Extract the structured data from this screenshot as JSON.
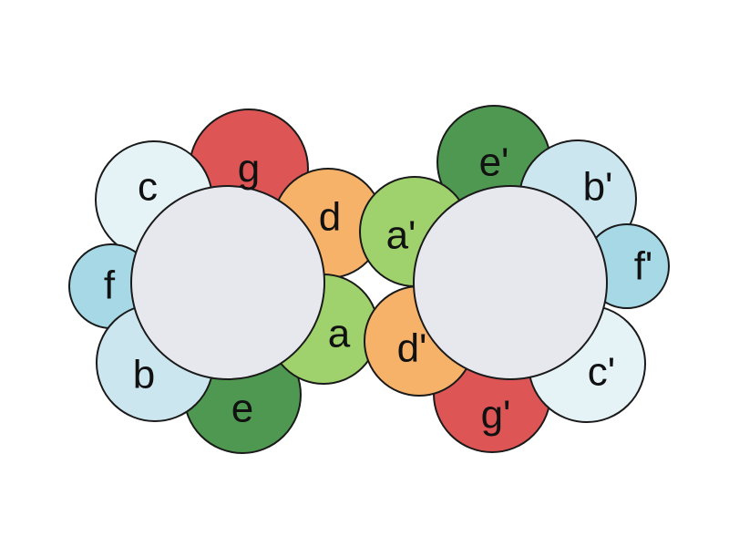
{
  "colors": {
    "red": "#dd5555",
    "orange": "#f7b26a",
    "light_green": "#9fd16d",
    "dark_green": "#4f9851",
    "pale_blue": "#e5f3f7",
    "light_blue": "#cce6ef",
    "sky_blue": "#a6d8e6",
    "core_grey": "#e6e8ee"
  },
  "wheels": {
    "left": {
      "core_color": "core_grey",
      "items": [
        {
          "key": "g",
          "label": "g",
          "color": "red"
        },
        {
          "key": "d",
          "label": "d",
          "color": "orange"
        },
        {
          "key": "a",
          "label": "a",
          "color": "light_green"
        },
        {
          "key": "e",
          "label": "e",
          "color": "dark_green"
        },
        {
          "key": "b",
          "label": "b",
          "color": "light_blue"
        },
        {
          "key": "f",
          "label": "f",
          "color": "sky_blue"
        },
        {
          "key": "c",
          "label": "c",
          "color": "pale_blue"
        }
      ]
    },
    "right": {
      "core_color": "core_grey",
      "items": [
        {
          "key": "g2",
          "label": "g'",
          "color": "red"
        },
        {
          "key": "d2",
          "label": "d'",
          "color": "orange"
        },
        {
          "key": "c2",
          "label": "c'",
          "color": "pale_blue"
        },
        {
          "key": "f2",
          "label": "f'",
          "color": "sky_blue"
        },
        {
          "key": "b2",
          "label": "b'",
          "color": "light_blue"
        },
        {
          "key": "e2",
          "label": "e'",
          "color": "dark_green"
        },
        {
          "key": "a2",
          "label": "a'",
          "color": "light_green"
        }
      ]
    }
  }
}
